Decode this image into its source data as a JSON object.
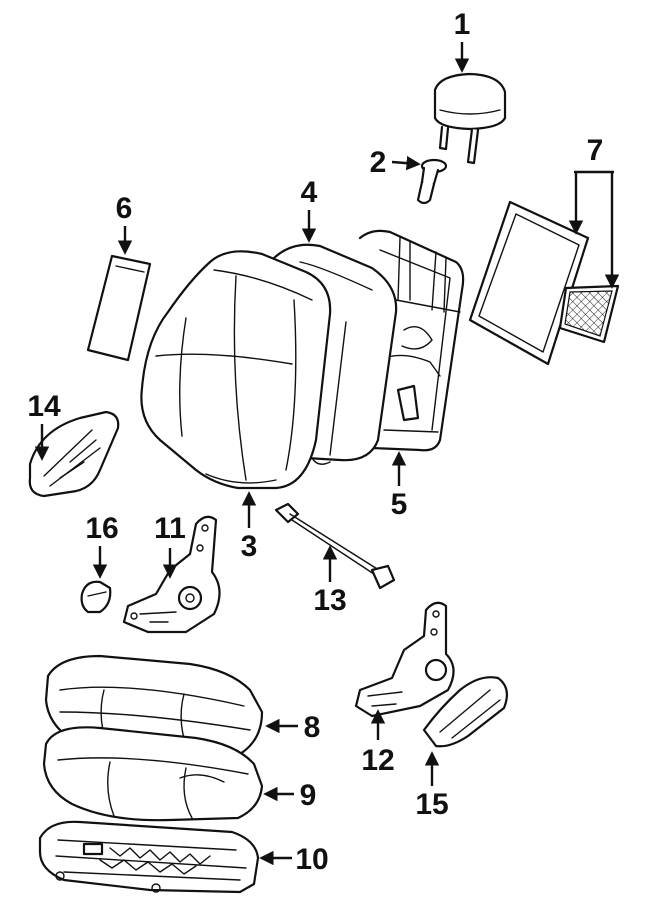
{
  "diagram": {
    "callouts": [
      {
        "id": "c1",
        "number": "1"
      },
      {
        "id": "c2",
        "number": "2"
      },
      {
        "id": "c3",
        "number": "3"
      },
      {
        "id": "c4",
        "number": "4"
      },
      {
        "id": "c5",
        "number": "5"
      },
      {
        "id": "c6",
        "number": "6"
      },
      {
        "id": "c7",
        "number": "7"
      },
      {
        "id": "c8",
        "number": "8"
      },
      {
        "id": "c9",
        "number": "9"
      },
      {
        "id": "c10",
        "number": "10"
      },
      {
        "id": "c11",
        "number": "11"
      },
      {
        "id": "c12",
        "number": "12"
      },
      {
        "id": "c13",
        "number": "13"
      },
      {
        "id": "c14",
        "number": "14"
      },
      {
        "id": "c15",
        "number": "15"
      },
      {
        "id": "c16",
        "number": "16"
      }
    ],
    "parts": [
      {
        "id": "headrest"
      },
      {
        "id": "headrest-guide"
      },
      {
        "id": "seatback-cover"
      },
      {
        "id": "seatback-pad"
      },
      {
        "id": "seatback-frame"
      },
      {
        "id": "side-panel-strip"
      },
      {
        "id": "back-board"
      },
      {
        "id": "cushion-cover"
      },
      {
        "id": "cushion-pad"
      },
      {
        "id": "seat-track-frame"
      },
      {
        "id": "recliner-left"
      },
      {
        "id": "recliner-right"
      },
      {
        "id": "connecting-rod"
      },
      {
        "id": "side-shield-left"
      },
      {
        "id": "side-shield-right"
      },
      {
        "id": "recliner-knob"
      }
    ]
  }
}
